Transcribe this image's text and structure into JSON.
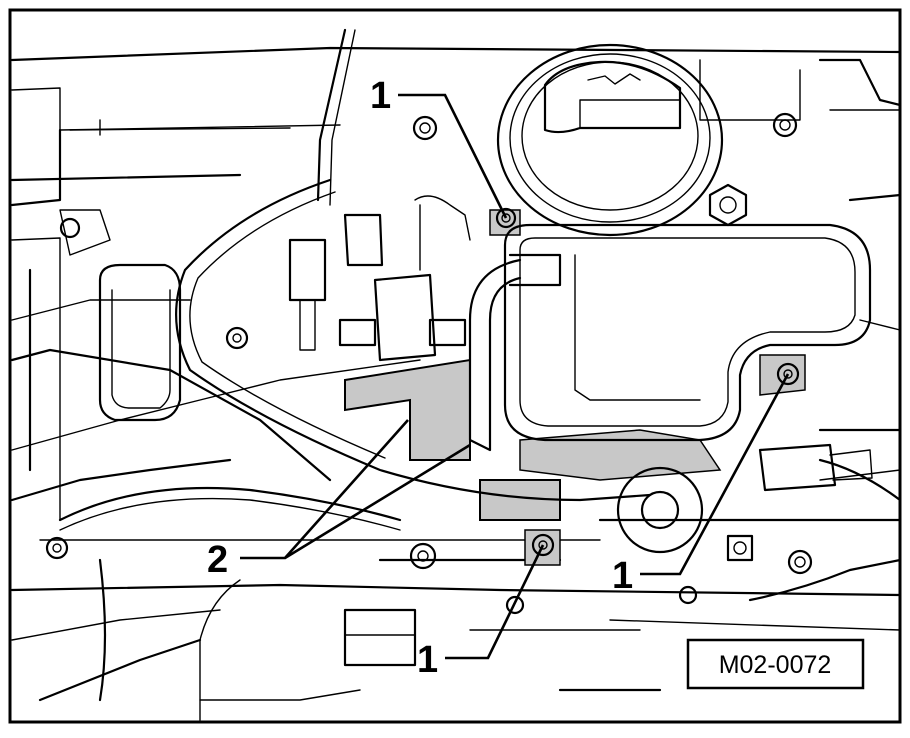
{
  "figure": {
    "reference_code": "M02-0072",
    "callouts": [
      {
        "id": "callout-1-top",
        "label": "1"
      },
      {
        "id": "callout-1-right",
        "label": "1"
      },
      {
        "id": "callout-1-bottom",
        "label": "1"
      },
      {
        "id": "callout-2",
        "label": "2"
      }
    ],
    "colors": {
      "highlight": "#c8c8c8",
      "line": "#000000",
      "background": "#ffffff"
    }
  }
}
